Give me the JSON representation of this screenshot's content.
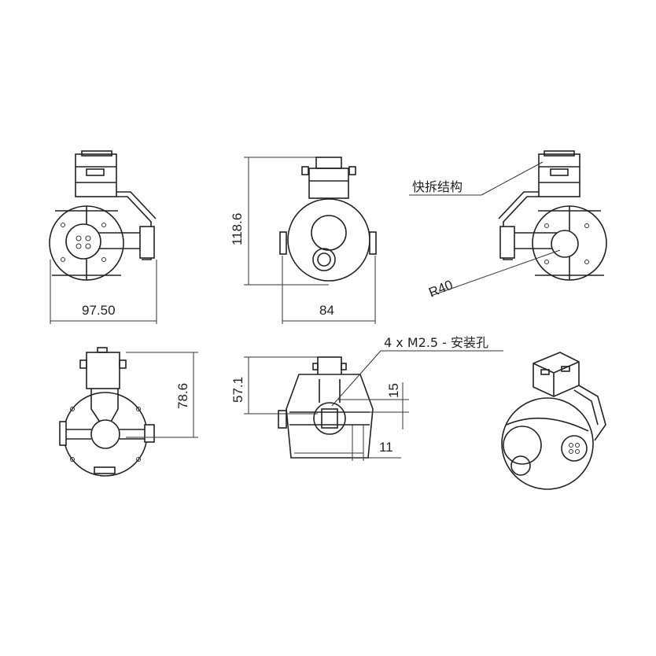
{
  "drawing": {
    "dimensions": {
      "width_front": "97.50",
      "width_side": "84",
      "height_total": "118.6",
      "height_bottom": "78.6",
      "height_mount": "57.1",
      "hole_offset_v": "15",
      "hole_offset_h": "11",
      "radius": "R40"
    },
    "labels": {
      "quick_release": "快拆结构",
      "mount_holes": "4 x  M2.5 - 安装孔"
    }
  }
}
